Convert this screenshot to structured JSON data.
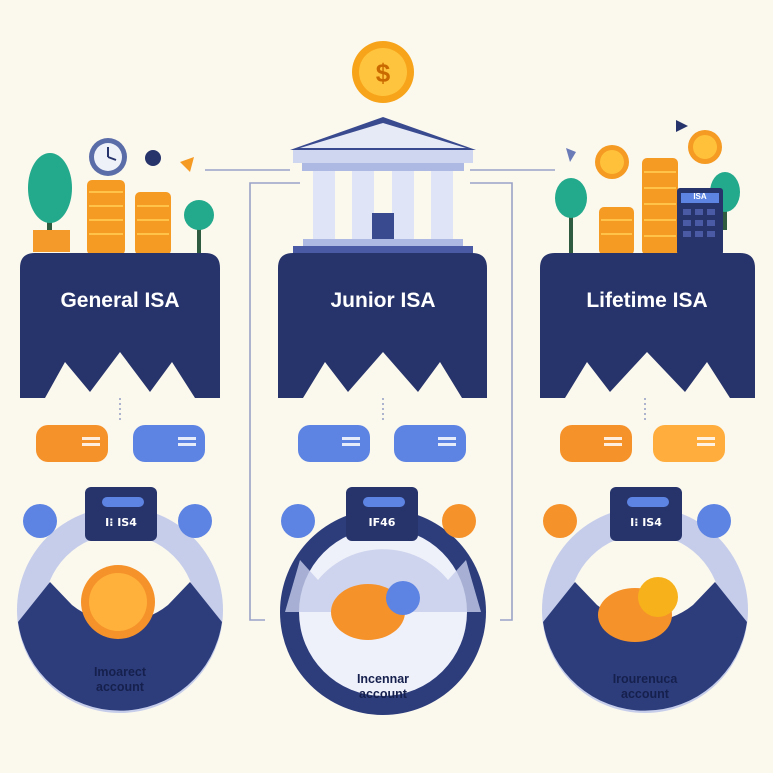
{
  "colors": {
    "navy": "#27346b",
    "ring": "#2d3d7c",
    "ring_light": "#c5cdea",
    "orange": "#f6922a",
    "orange_light": "#ffb24a",
    "gold": "#f7b21b",
    "blue": "#5d84e3",
    "green": "#27b592",
    "cream": "#fbf8ee"
  },
  "top": {
    "coin_symbol": "$",
    "bank_icon": "bank-building-icon"
  },
  "accounts": [
    {
      "title": "General ISA",
      "pill_text": "I⁝ IS4",
      "footer_line1": "Imoarect",
      "footer_line2": "account",
      "pill_left_color": "orange",
      "pill_right_color": "blue",
      "center_icon": "coin-icon"
    },
    {
      "title": "Junior ISA",
      "pill_text": "IF46",
      "footer_line1": "Incennar",
      "footer_line2": "account",
      "pill_left_color": "blue",
      "pill_right_color": "blue",
      "center_icon": "piggy-bank-icon"
    },
    {
      "title": "Lifetime ISA",
      "pill_text": "I⁝ IS4",
      "footer_line1": "Irourenuca",
      "footer_line2": "account",
      "pill_left_color": "orange",
      "pill_right_color": "orange",
      "center_icon": "piggy-bank-pound-icon"
    }
  ],
  "decor": {
    "left": [
      "tree-icon",
      "clock-icon",
      "coin-stack-icon"
    ],
    "right": [
      "coin-stack-icon",
      "calculator-icon",
      "tree-icon"
    ],
    "calculator_label": "ISA"
  }
}
